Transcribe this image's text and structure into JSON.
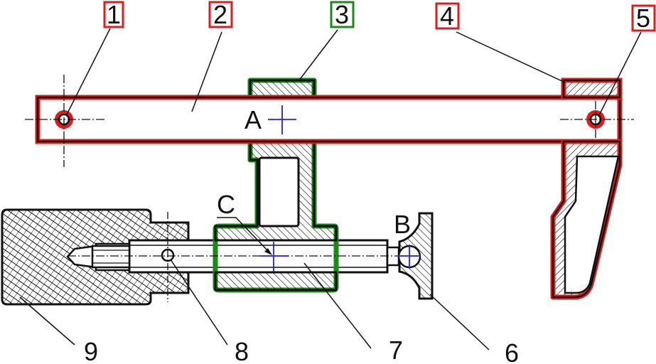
{
  "diagram": {
    "title": "Clamp assembly section drawing",
    "part_labels_boxed": [
      {
        "number": "1",
        "color": "#e01b1b"
      },
      {
        "number": "2",
        "color": "#e01b1b"
      },
      {
        "number": "3",
        "color": "#1a8a1a"
      },
      {
        "number": "4",
        "color": "#e01b1b"
      },
      {
        "number": "5",
        "color": "#e01b1b"
      }
    ],
    "part_labels_plain": [
      "9",
      "8",
      "7",
      "6"
    ],
    "point_labels": {
      "a": "A",
      "b": "B",
      "c": "C"
    },
    "colors": {
      "highlight_red": "#e01b1b",
      "highlight_green": "#1a8a1a",
      "center_mark": "#2222dd",
      "line": "#111111"
    }
  }
}
